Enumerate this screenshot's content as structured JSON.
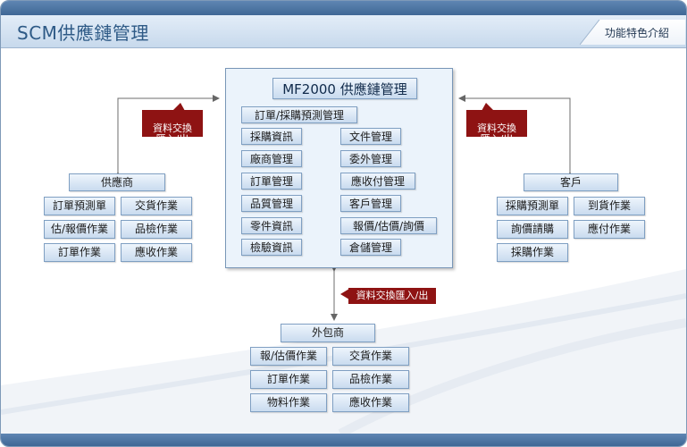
{
  "header": {
    "title": "SCM供應鏈管理",
    "feature_tag": "功能特色介紹"
  },
  "center": {
    "title": "MF2000 供應鏈管理",
    "subtitle": "訂單/採購預測管理",
    "left_items": [
      "採購資訊",
      "廠商管理",
      "訂單管理",
      "品質管理",
      "零件資訊",
      "檢驗資訊"
    ],
    "right_items": [
      "文件管理",
      "委外管理",
      "應收付管理",
      "客戶管理",
      "報價/估價/詢價",
      "倉儲管理"
    ]
  },
  "supplier": {
    "title": "供應商",
    "items": [
      "訂單預測單",
      "交貨作業",
      "估/報價作業",
      "品檢作業",
      "訂單作業",
      "應收作業"
    ]
  },
  "customer": {
    "title": "客戶",
    "items": [
      "採購預測單",
      "到貨作業",
      "詢價請購",
      "應付作業",
      "採購作業"
    ]
  },
  "outsourcer": {
    "title": "外包商",
    "items": [
      "報/估價作業",
      "交貨作業",
      "訂單作業",
      "品檢作業",
      "物料作業",
      "應收作業"
    ]
  },
  "callouts": {
    "left": "資料交換\n匯入/出",
    "right": "資料交換\n匯入/出",
    "bottom": "資料交換匯入/出"
  },
  "colors": {
    "header_bar": "#4a71a0",
    "box_border": "#7f9fc2",
    "callout": "#8e1313",
    "title_text": "#2e5a86"
  }
}
